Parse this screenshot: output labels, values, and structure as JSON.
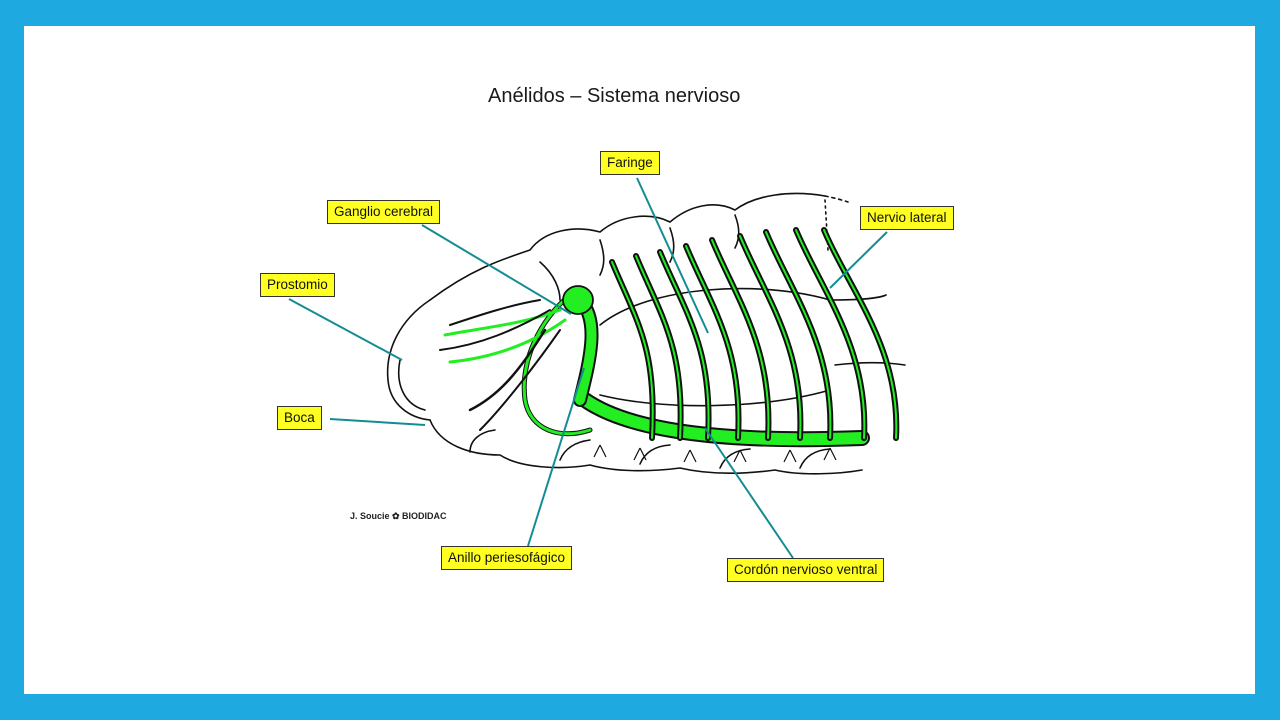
{
  "title": "Anélidos – Sistema nervioso",
  "labels": {
    "faringe": "Faringe",
    "ganglio_cerebral": "Ganglio cerebral",
    "nervio_lateral": "Nervio lateral",
    "prostomio": "Prostomio",
    "boca": "Boca",
    "anillo_periesofagico": "Anillo periesofágico",
    "cordon_nervioso_ventral": "Cordón nervioso ventral"
  },
  "credit": "J. Soucie ✿ BIODIDAC",
  "colors": {
    "frame": "#1ea9e1",
    "label_fill": "#ffff22",
    "nerve": "#22ee22",
    "leader": "#138c94"
  }
}
